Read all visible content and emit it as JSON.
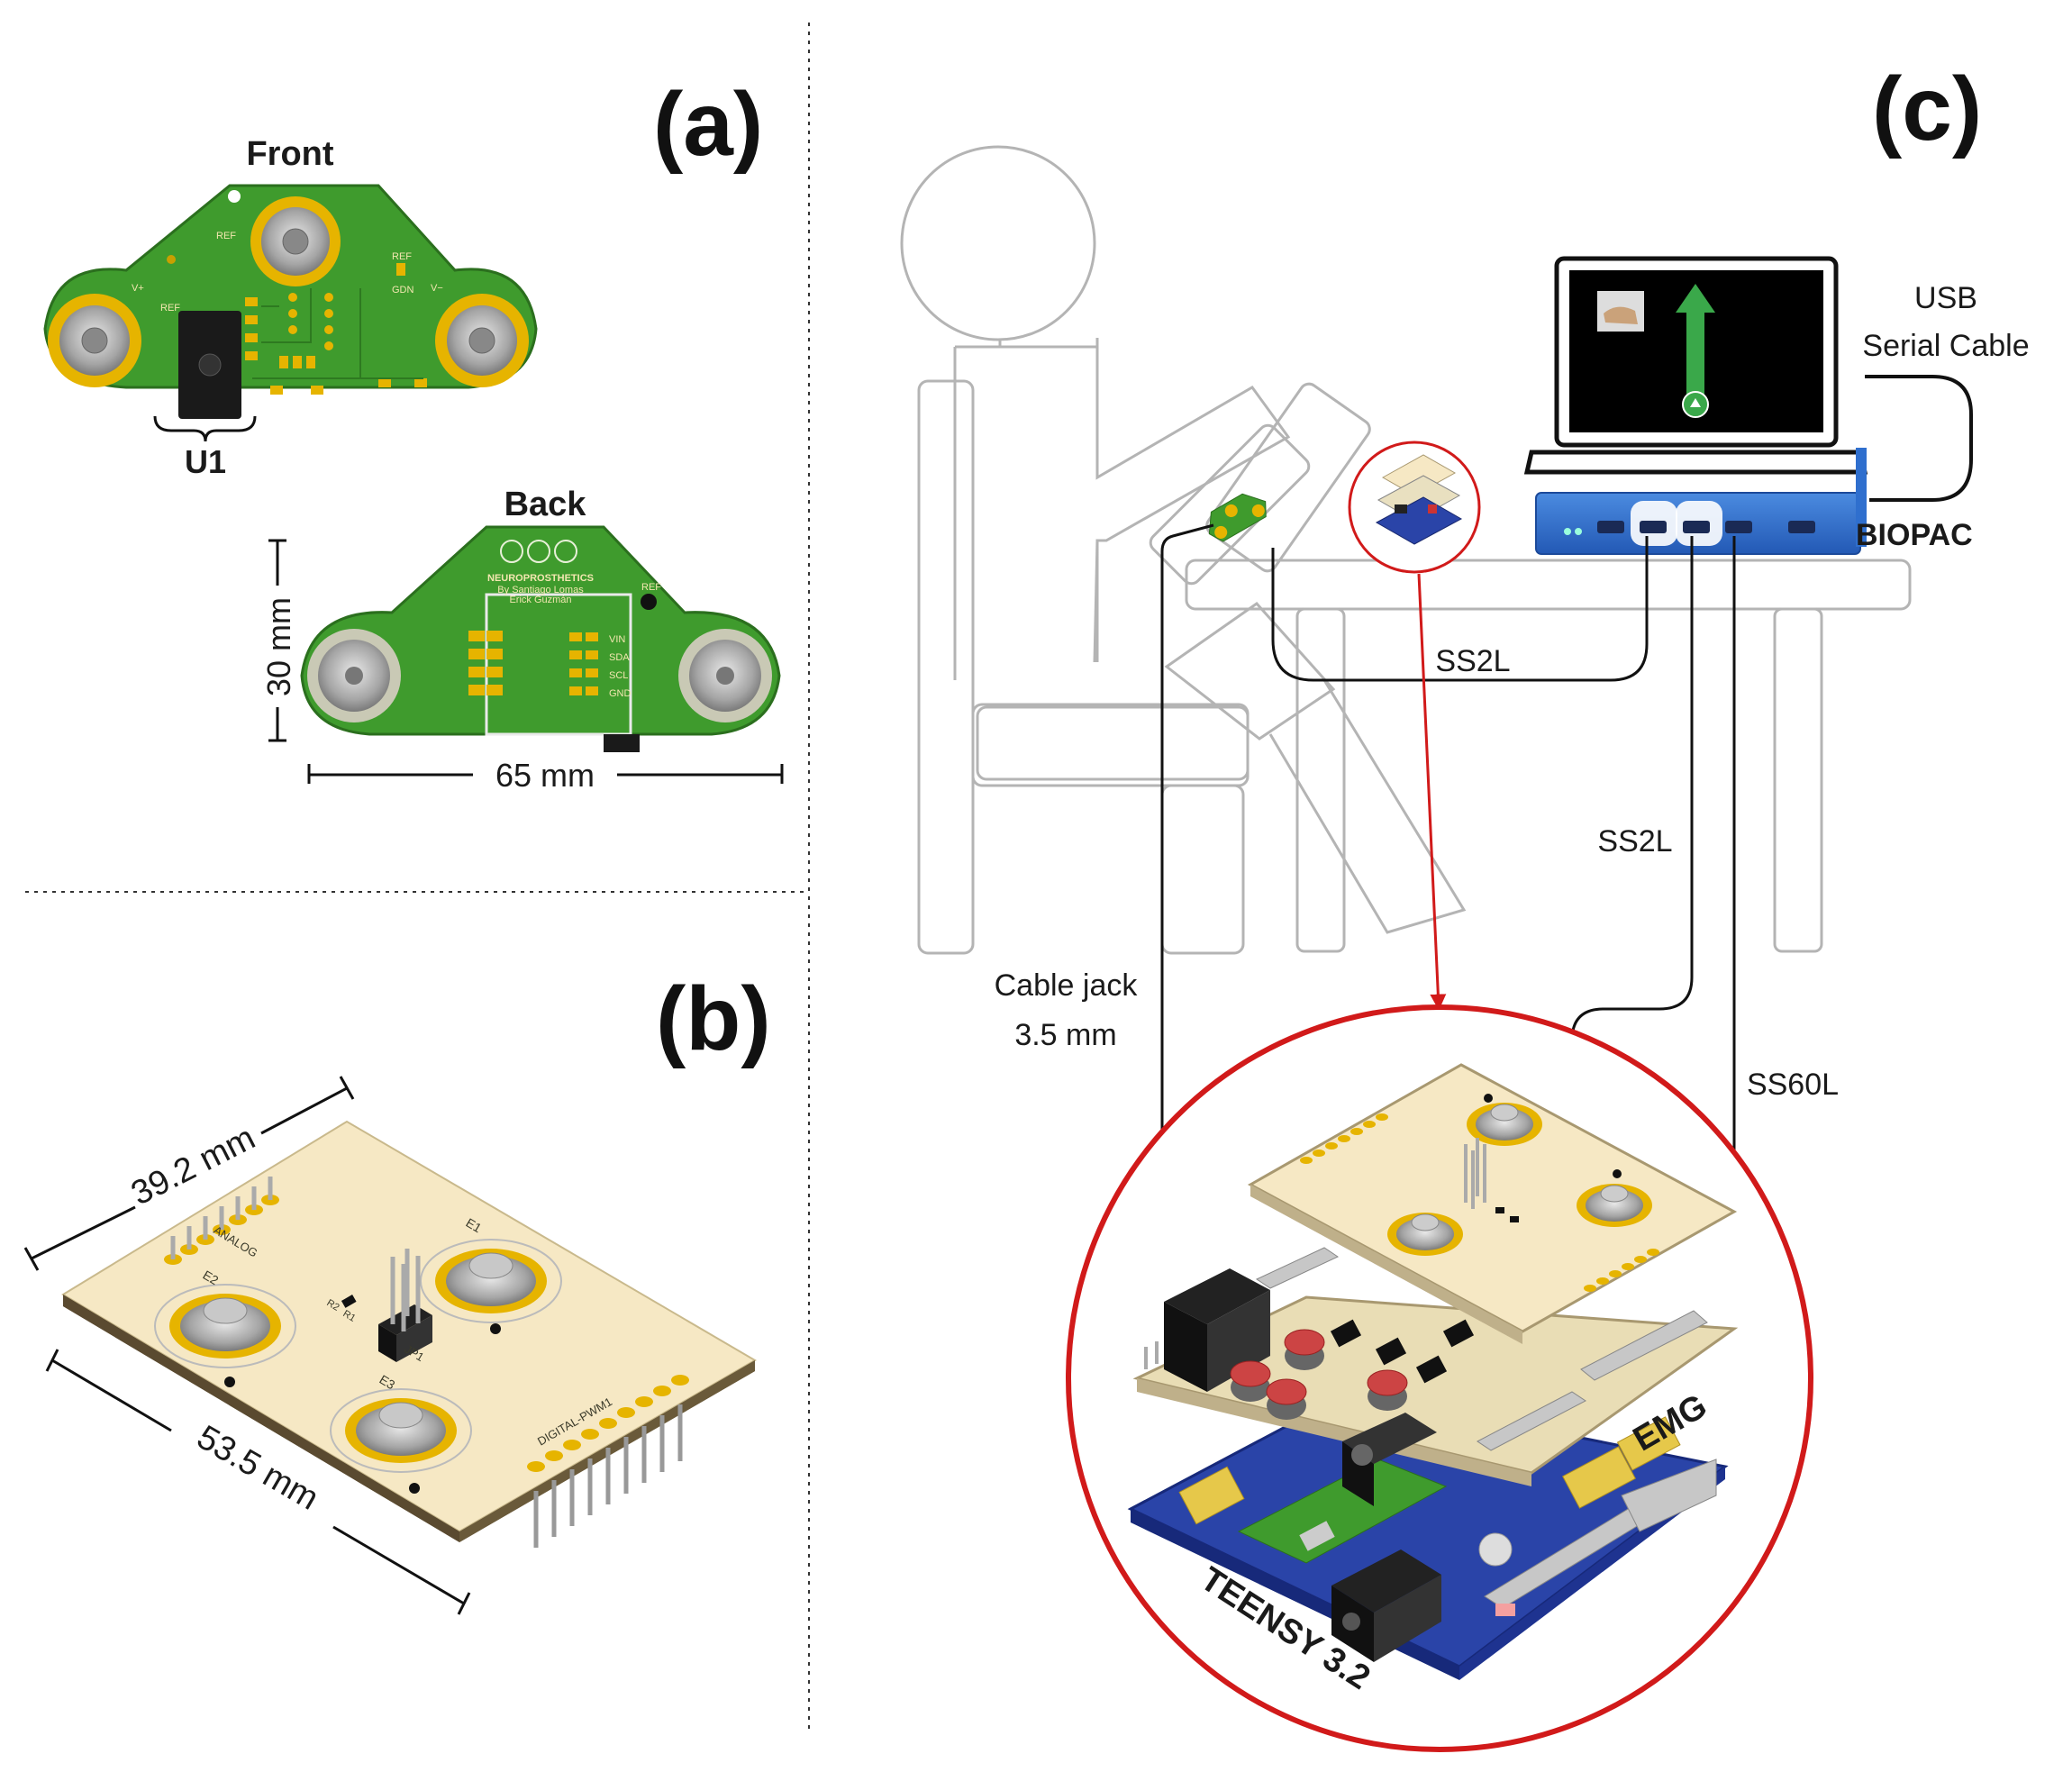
{
  "panels": {
    "a": {
      "label": "(a)",
      "front_label": "Front",
      "back_label": "Back",
      "u1_label": "U1",
      "height_dim": "30 mm",
      "width_dim": "65 mm",
      "front_silk": [
        "REF",
        "V+",
        "V−",
        "REF",
        "GDN",
        "REF"
      ],
      "back_silk": {
        "title": "NEUROPROSTHETICS",
        "author1": "By Santiago Lomas",
        "author2": "Erick Guzmán",
        "ref": "REF",
        "pins": [
          "VIN",
          "SDA",
          "SCL",
          "GND"
        ]
      }
    },
    "b": {
      "label": "(b)",
      "dim_top": "39.2 mm",
      "dim_bottom": "53.5 mm",
      "silk": [
        "ANALOG",
        "DIGITAL-PWM1",
        "E1",
        "E2",
        "E3",
        "JP1",
        "R1",
        "R2"
      ]
    },
    "c": {
      "label": "(c)",
      "usb_line1": "USB",
      "usb_line2": "Serial Cable",
      "biopac": "BIOPAC",
      "ss2l_1": "SS2L",
      "ss2l_2": "SS2L",
      "ss60l": "SS60L",
      "cable_line1": "Cable jack",
      "cable_line2": "3.5 mm",
      "emg": "EMG",
      "teensy": "TEENSY 3.2"
    }
  },
  "colors": {
    "pcb_green": "#3f9b2d",
    "pad_gold": "#e6b400",
    "board_cream": "#f6e8c4",
    "teensy_blue": "#2a44a8",
    "biopac_blue": "#2f6fce",
    "highlight_red": "#d11a1a",
    "chair_gray": "#b4b4b4"
  }
}
